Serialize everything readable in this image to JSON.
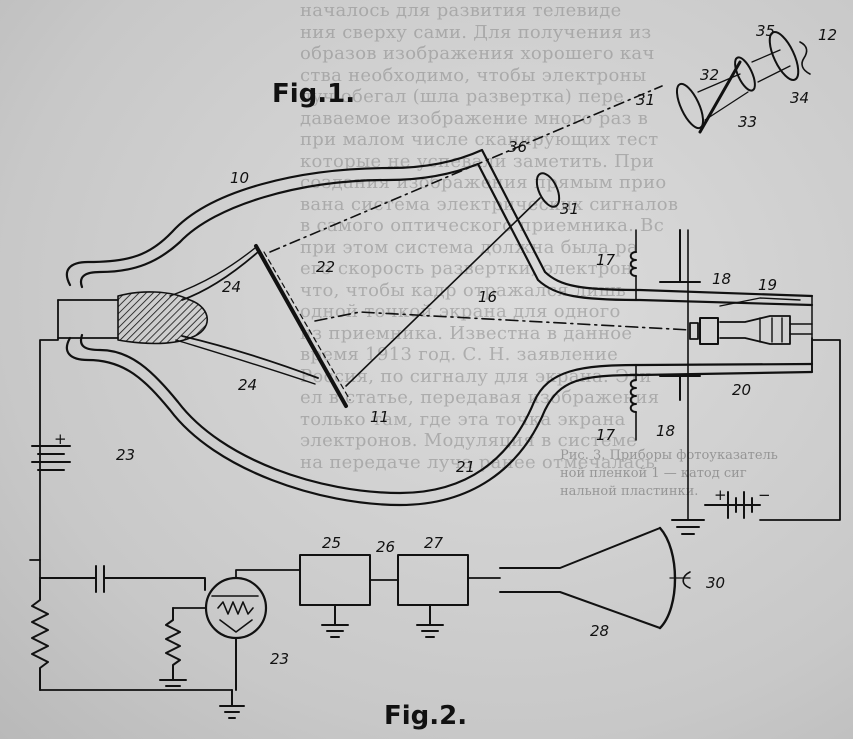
{
  "figures": {
    "fig1": "Fig.1.",
    "fig2": "Fig.2."
  },
  "labels": {
    "l10": "10",
    "l11": "11",
    "l12": "12",
    "l16": "16",
    "l17a": "17",
    "l17b": "17",
    "l18a": "18",
    "l18b": "18",
    "l19": "19",
    "l20": "20",
    "l21": "21",
    "l22": "22",
    "l23a": "23",
    "l23b": "23",
    "l24a": "24",
    "l24b": "24",
    "l25": "25",
    "l26": "26",
    "l27": "27",
    "l28": "28",
    "l30": "30",
    "l31a": "31",
    "l31b": "31",
    "l32": "32",
    "l33": "33",
    "l34": "34",
    "l35": "35",
    "l36": "36"
  },
  "battery_signs": {
    "left_plus": "+",
    "right_plus": "+",
    "right_minus": "−"
  },
  "colors": {
    "ink": "#111111",
    "paper": "#d2d2d2"
  }
}
